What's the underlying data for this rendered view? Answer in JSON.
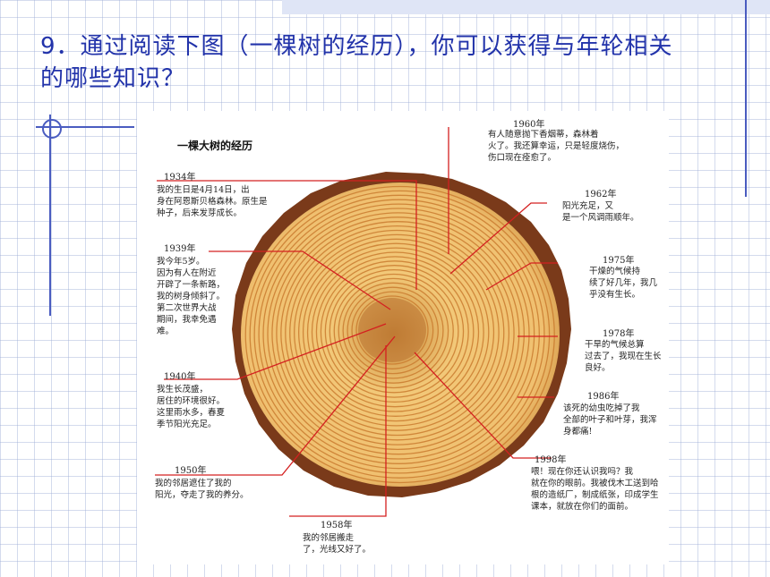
{
  "question": {
    "line1": "9．通过阅读下图（一棵树的经历），你可以获得与年轮相关",
    "line2": "的哪些知识？"
  },
  "figure": {
    "title": "一棵大树的经历",
    "annotations": [
      {
        "year": "1934年",
        "text": [
          "我的生日是4月14日，出",
          "身在阿恩斯贝格森林。原生是",
          "种子，后来发芽成长。"
        ]
      },
      {
        "year": "1939年",
        "text": [
          "我今年5岁。",
          "因为有人在附近",
          "开辟了一条新路，",
          "我的树身倾斜了。",
          "第二次世界大战",
          "期间，我幸免遇",
          "难。"
        ]
      },
      {
        "year": "1940年",
        "text": [
          "我生长茂盛，",
          "居住的环境很好。",
          "这里雨水多，春夏",
          "季节阳光充足。"
        ]
      },
      {
        "year": "1950年",
        "text": [
          "我的邻居遮住了我的",
          "阳光，夺走了我的养分。"
        ]
      },
      {
        "year": "1958年",
        "text": [
          "我的邻居搬走",
          "了，光线又好了。"
        ]
      },
      {
        "year": "1960年",
        "text": [
          "有人随意抛下香烟蒂，森林着",
          "火了。我还算幸运，只是轻度烧伤，",
          "伤口现在痊愈了。"
        ]
      },
      {
        "year": "1962年",
        "text": [
          "阳光充足，又",
          "是一个风调雨顺年。"
        ]
      },
      {
        "year": "1975年",
        "text": [
          "干燥的气候持",
          "续了好几年，我几",
          "乎没有生长。"
        ]
      },
      {
        "year": "1978年",
        "text": [
          "干旱的气候总算",
          "过去了，我现在生长",
          "良好。"
        ]
      },
      {
        "year": "1986年",
        "text": [
          "该死的幼虫吃掉了我",
          "全部的叶子和叶芽，我浑",
          "身都痛!"
        ]
      },
      {
        "year": "1998年",
        "text": [
          "喂！现在你还认识我吗？我",
          "就在你的眼前。我被伐木工送到哈",
          "根的造纸厂，制成纸张，印成学生",
          "课本，就放在你们的面前。"
        ]
      }
    ]
  },
  "colors": {
    "title_text": "#2233aa",
    "accent_line": "#4a5cc0",
    "leader_line": "#d42020",
    "bark": "#7a3a1a",
    "wood_light": "#f0c070",
    "wood_ring": "#c8782c"
  }
}
